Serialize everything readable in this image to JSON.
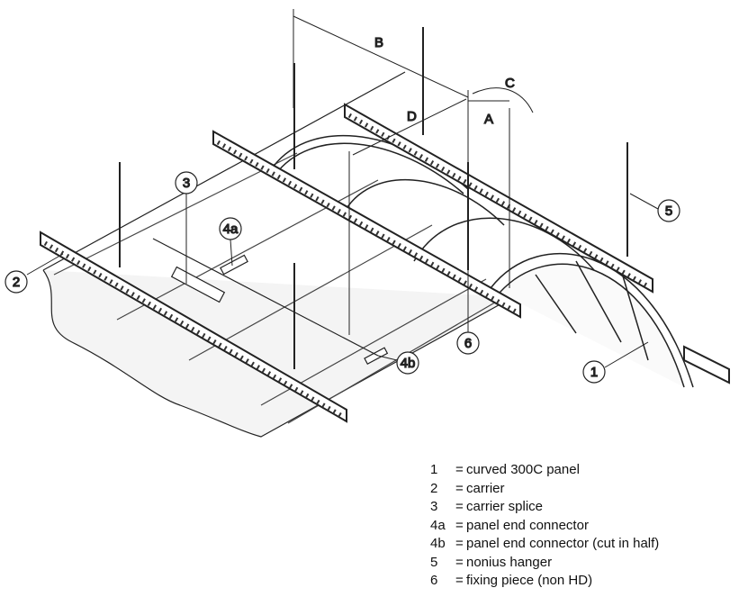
{
  "dimensions": {
    "A": "A",
    "B": "B",
    "C": "C",
    "D": "D"
  },
  "callouts": [
    "1",
    "2",
    "3",
    "4a",
    "4b",
    "5",
    "6"
  ],
  "legend": [
    {
      "key": "1",
      "text": "curved 300C panel"
    },
    {
      "key": "2",
      "text": "carrier"
    },
    {
      "key": "3",
      "text": "carrier splice"
    },
    {
      "key": "4a",
      "text": "panel end connector"
    },
    {
      "key": "4b",
      "text": "panel end connector (cut in half)"
    },
    {
      "key": "5",
      "text": "nonius hanger"
    },
    {
      "key": "6",
      "text": "fixing piece (non HD)"
    }
  ],
  "legend_separator": "="
}
